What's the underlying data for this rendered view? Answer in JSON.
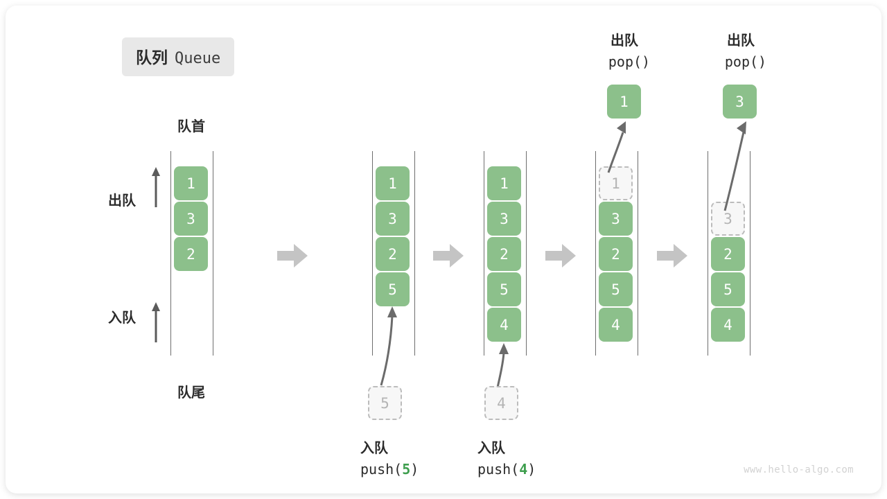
{
  "title": {
    "cn": "队列",
    "en": "Queue"
  },
  "colors": {
    "cell_fill": "#8cc08b",
    "cell_text": "#ffffff",
    "ghost_border": "#bcbcbc",
    "ghost_text": "#b4b4b4",
    "rail": "#6d6d6d",
    "step_arrow": "#c4c4c4",
    "accent_green": "#3e9e4e",
    "badge_bg": "#e8e8e8"
  },
  "labels": {
    "head": "队首",
    "tail": "队尾",
    "dequeue": "出队",
    "enqueue": "入队",
    "pop_call": "pop()",
    "push5_cn": "入队",
    "push5_call_prefix": "push(",
    "push5_call_value": "5",
    "push5_call_suffix": ")",
    "push4_cn": "入队",
    "push4_call_prefix": "push(",
    "push4_call_value": "4",
    "push4_call_suffix": ")"
  },
  "steps": [
    {
      "id": "initial",
      "cells": [
        "1",
        "3",
        "2"
      ],
      "ghost_top": null,
      "lead_blank": 0
    },
    {
      "id": "after-push-5",
      "cells": [
        "1",
        "3",
        "2",
        "5"
      ],
      "ghost_top": null,
      "lead_blank": 0,
      "pending": {
        "value": "5",
        "caption_cn": "入队",
        "caption_call": "push(5)"
      }
    },
    {
      "id": "after-push-4",
      "cells": [
        "1",
        "3",
        "2",
        "5",
        "4"
      ],
      "ghost_top": null,
      "lead_blank": 0,
      "pending": {
        "value": "4",
        "caption_cn": "入队",
        "caption_call": "push(4)"
      }
    },
    {
      "id": "after-pop-1",
      "cells": [
        "3",
        "2",
        "5",
        "4"
      ],
      "ghost_top": "1",
      "lead_blank": 0,
      "popped": {
        "value": "1",
        "caption_cn": "出队",
        "caption_call": "pop()"
      }
    },
    {
      "id": "after-pop-3",
      "cells": [
        "2",
        "5",
        "4"
      ],
      "ghost_top": "3",
      "lead_blank": 1,
      "popped": {
        "value": "3",
        "caption_cn": "出队",
        "caption_call": "pop()"
      }
    }
  ],
  "watermark": "www.hello-algo.com"
}
